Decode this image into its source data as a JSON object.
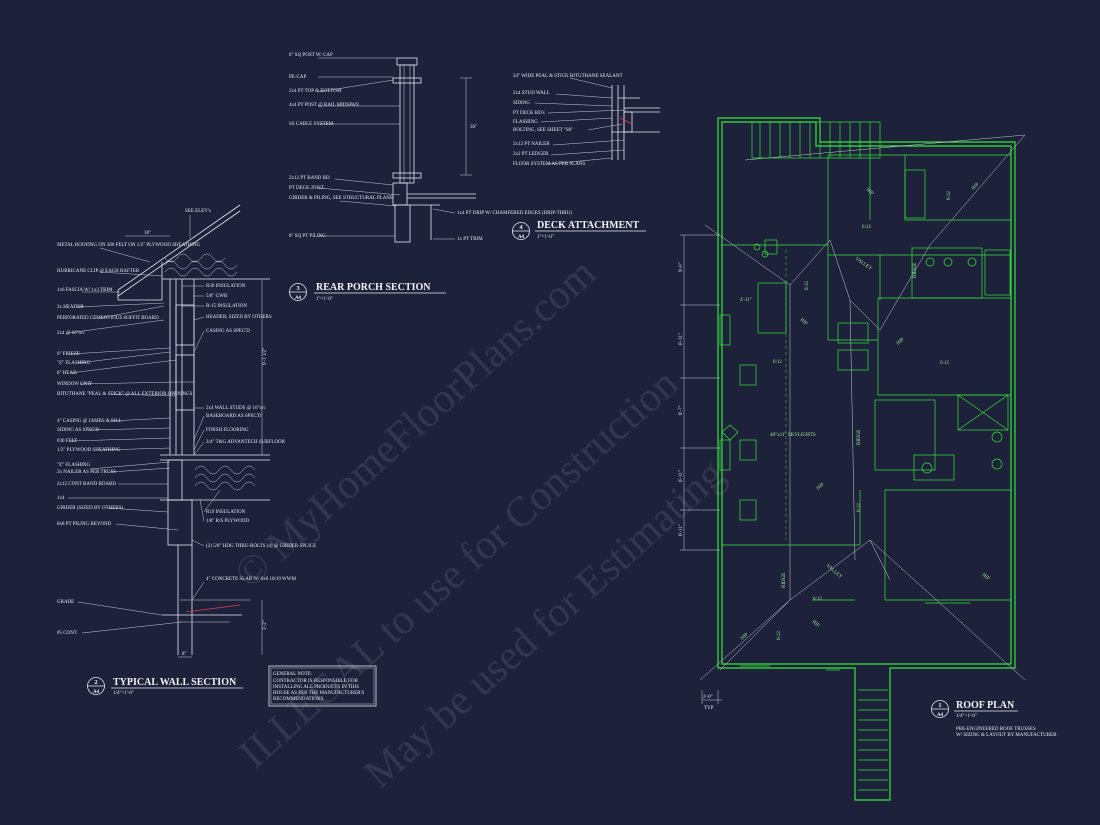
{
  "porch": {
    "labels": [
      "6\" SQ POST W/ CAP",
      "PE-CAP",
      "2x4 PT TOP & BOTTOM",
      "4x4 PT POST @ RAIL MIDSPAN",
      "SS CABLE SYSTEM",
      "2x12 PT BAND BD",
      "PT DECK JOIST",
      "GIRDER & PILING, SEE STRUCTURAL PLANS",
      "8\" SQ PT PILING",
      "1x4 PT DRIP W/ CHAMFERED EDGES (DRIP-THRU)",
      "1x PT TRIM"
    ],
    "dim": "36\"",
    "num": "3",
    "sheet": "A4",
    "title": "REAR PORCH SECTION",
    "scale": "1\"=1'-0\""
  },
  "deck": {
    "labels": [
      "24\" WIDE PEAL & STICK BITUTHANE SEALANT",
      "2x4 STUD WALL",
      "SIDING",
      "PT DECK BD's",
      "FLASHING",
      "BOLTING, SEE SHEET \"S0\"",
      "2x12 PT NAILER",
      "2x2 PT LEDGER",
      "FLOOR SYSTEM AS PER PLANS"
    ],
    "num": "4",
    "sheet": "A4",
    "title": "DECK ATTACHMENT",
    "scale": "1\"=1'-0\""
  },
  "wall": {
    "left_labels": [
      "METAL ROOFING ON 30# FELT ON 1/2\" PLYWOOD SHEATHING",
      "HURRICANE CLIP @ EACH RAFTER",
      "1x6 FASCIA W/ 1x3 TRIM",
      "2x HEADER",
      "PERFORATED CEMENTIOUS SOFFIT BOARD",
      "2x4 @ 16\"o/c",
      "6\" FRIEZE",
      "\"Z\" FLASHING",
      "6\" HEAD",
      "WINDOW UNIT",
      "BITUTHANE \"PEAL & STICK\" @ ALL EXTERIOR OPENINGS",
      "4\" CASING @ JAMBS & SILL",
      "SIDING AS SPEC'D",
      "#30 FELT",
      "1/2\" PLYWOOD SHEATHING",
      "\"Z\" FLASHING",
      "2x NAILER AS PER TRUSS",
      "2x12 CONT BAND BOARD",
      "1x4",
      "GIRDER (SIZED BY OTHERS)",
      "8x8 PT PILING BEYOND",
      "GRADE",
      "#5 CONT."
    ],
    "right_labels": [
      "R30 INSULATION",
      "5/8\" GWB",
      "R-15 INSULATION",
      "HEADER, SIZED BY OTHERS",
      "CASING AS SPEC'D",
      "2x4 WALL STUDS @ 16\"o/c",
      "BASEBOARD AS SPEC'D",
      "FINISH FLOORING",
      "3/4\" T&G ADVANTECH SUBFLOOR",
      "R19 INSULATION",
      "1/8\" R/S PLYWOOD",
      "(2) 5/8\" HDG THRU-BOLTS (4) @ GIRDER SPLICE",
      "4\" CONCRETE SLAB W/ 6x6 10/10 WWM"
    ],
    "see_elev": "SEE ELEV's",
    "dims": [
      "18\"",
      "9'-1 1/2\"",
      "3'-2\"",
      "8\""
    ],
    "num": "2",
    "sheet": "A4",
    "title": "TYPICAL WALL SECTION",
    "scale": "1/4\"=1'-0\""
  },
  "note": {
    "heading": "GENERAL NOTE:",
    "lines": [
      "CONTRACTOR IS RESPONSIBLE FOR",
      "INSTALLING ALL PRODUCTS IN THIS",
      "HOUSE AS PER THE MANUFACTURER'S",
      "RECOMMENDATIONS."
    ]
  },
  "roof": {
    "labels": {
      "ridge": "RIDGE",
      "valley": "VALLEY",
      "hip": "HIP",
      "skylight": "48\"x21\" SKYLIGHTS",
      "pitch": "6:12"
    },
    "dims": [
      "9'-0\"",
      "6'-11\"",
      "8'-7\"",
      "6'-11\"",
      "6'-11\"",
      "4'-11\"",
      "2'-0\"",
      "TYP"
    ],
    "num": "1",
    "sheet": "A4",
    "title": "ROOF PLAN",
    "scale": "1/4\"=1'-0\"",
    "note1": "PRE-ENGINEERED ROOF TRUSSES",
    "note2": "W/ SIZING & LAYOUT BY MANUFACTURER"
  },
  "watermark": {
    "l1": "© MyHomeFloorPlans.com",
    "l2": "ILLEGAL to use for Construction",
    "l3": "May be used for Estimating"
  }
}
